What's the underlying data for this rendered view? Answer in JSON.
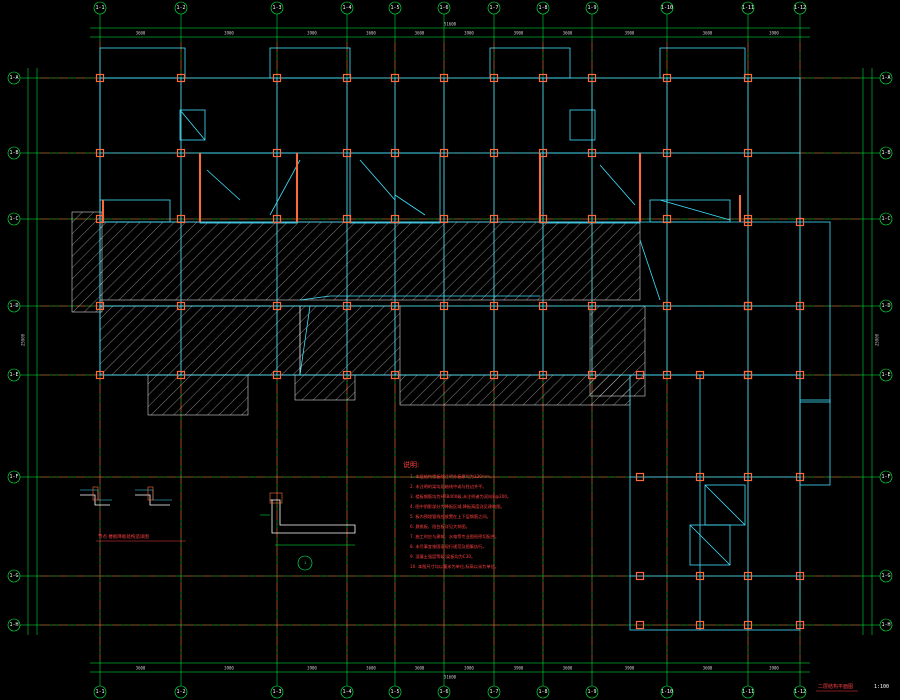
{
  "drawing": {
    "title": "二层结构平面图",
    "scale": "1:100",
    "colors": {
      "background": "#000000",
      "axis_line": "#ff2a2a",
      "dimension_line": "#00ff40",
      "beam": "#40e0ff",
      "column": "#ff6a3a",
      "hatch": "#ffffff",
      "text": "#ffffff",
      "note": "#ff4040"
    }
  },
  "axes": {
    "vertical": [
      {
        "label": "1-1"
      },
      {
        "label": "1-2"
      },
      {
        "label": "1-3"
      },
      {
        "label": "1-4"
      },
      {
        "label": "1-5"
      },
      {
        "label": "1-6"
      },
      {
        "label": "1-7"
      },
      {
        "label": "1-8"
      },
      {
        "label": "1-9"
      },
      {
        "label": "1-10"
      },
      {
        "label": "1-11"
      },
      {
        "label": "1-12"
      }
    ],
    "horizontal": [
      {
        "label": "1-A"
      },
      {
        "label": "1-B"
      },
      {
        "label": "1-C"
      },
      {
        "label": "1-D"
      },
      {
        "label": "1-E"
      },
      {
        "label": "1-F"
      },
      {
        "label": "1-G"
      },
      {
        "label": "1-H"
      }
    ]
  },
  "dimensions": {
    "top_total": "51600",
    "bottom_total": "51600",
    "top_segments": [
      "3600",
      "3900",
      "3900",
      "3600",
      "3600",
      "3900",
      "3900",
      "3600",
      "3900",
      "3600",
      "3900"
    ],
    "bottom_segments": [
      "3600",
      "3900",
      "3900",
      "3600",
      "3600",
      "3900",
      "3900",
      "3600",
      "3900",
      "3600",
      "3900"
    ],
    "left_total": "25900",
    "right_total": "25900"
  },
  "notes": {
    "title": "说明:",
    "lines": [
      "1. 本层结构楼板除注明外板厚均为120mm。",
      "2. 未注明的梁均居轴线中或与柱边齐平。",
      "3. 楼板钢筋均为HRB400级,未注明者为双向8@200。",
      "4. 图中阴影部分为降板区域,降板高度详见建筑图。",
      "5. 板内预埋管线应放置在上下层钢筋之间。",
      "6. 悬挑板、阳台板详见大样图。",
      "7. 施工时应与建筑、水电等专业图纸密切配合。",
      "8. 未尽事宜按国家现行规范及图集执行。",
      "9. 混凝土强度等级:梁板均为C30。",
      "10. 本图尺寸均以毫米为单位,标高以米为单位。"
    ]
  },
  "details": {
    "detail1_title": "节点 楼板降板处构造详图",
    "detail2_label": "1"
  }
}
